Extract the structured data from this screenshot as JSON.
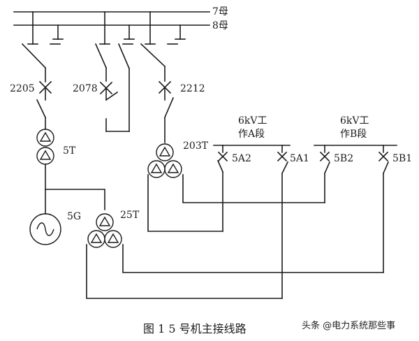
{
  "labels": {
    "bus7": "7母",
    "bus8": "8母",
    "b2205": "2205",
    "b2078": "2078",
    "b2212": "2212",
    "t5": "5T",
    "t203": "203T",
    "g5": "5G",
    "t25": "25T",
    "secA_1": "6kV工",
    "secA_2": "作A段",
    "secB_1": "6kV工",
    "secB_2": "作B段",
    "a2": "5A2",
    "a1": "5A1",
    "b2": "5B2",
    "b1": "5B1"
  },
  "caption": "图 1    5 号机主接线路",
  "watermark": "头条 @电力系统那些事"
}
